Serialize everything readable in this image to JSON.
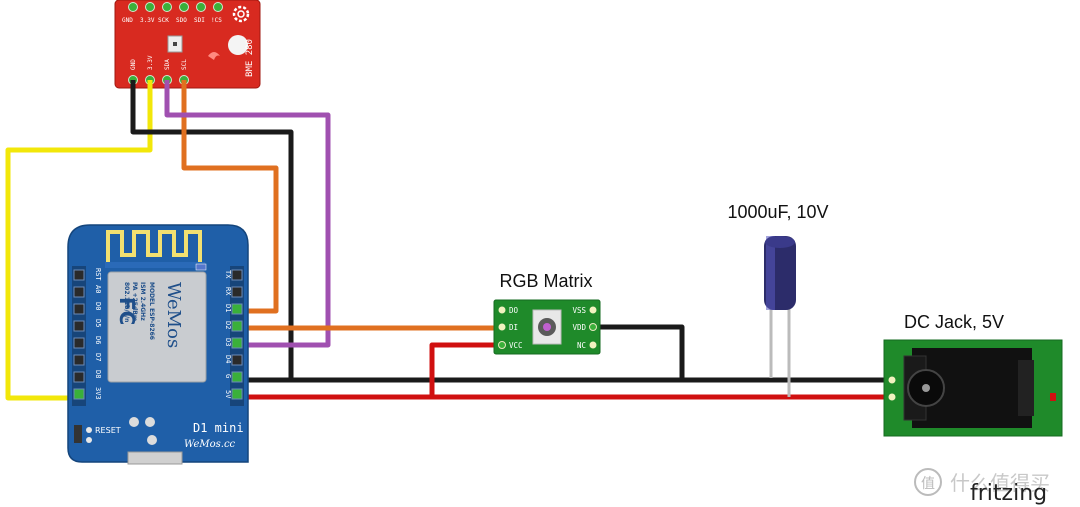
{
  "labels": {
    "rgb_matrix": "RGB Matrix",
    "capacitor": "1000uF, 10V",
    "dc_jack": "DC Jack, 5V"
  },
  "bme280": {
    "name": "BME 280",
    "top_pins": [
      "GND",
      "3.3V",
      "SCK",
      "SDO",
      "SDI",
      "!CS"
    ],
    "bottom_pins": [
      "GND",
      "3.3V",
      "SDA",
      "SCL"
    ]
  },
  "d1mini": {
    "title": "D1 mini",
    "brand": "WeMos",
    "brand_url": "WeMos.cc",
    "model_lines": [
      "MODEL ESP-8266",
      "ISM 2.4GHz",
      "PA +25dBm",
      "802.11b/g/n"
    ],
    "fc": "FC",
    "reset": "RESET",
    "left_pins": [
      "RST",
      "A0",
      "D0",
      "D5",
      "D6",
      "D7",
      "D8",
      "3V3"
    ],
    "right_pins": [
      "TX",
      "RX",
      "D1",
      "D2",
      "D3",
      "D4",
      "G",
      "5V"
    ]
  },
  "rgb_module": {
    "left_pins": [
      "DO",
      "DI",
      "VCC"
    ],
    "right_pins": [
      "VSS",
      "VDD",
      "NC"
    ]
  },
  "watermark": {
    "fritzing": "fritzing",
    "site": "什么值得买"
  },
  "colors": {
    "wire_yellow": "#f2e70a",
    "wire_black": "#1a1a1a",
    "wire_orange": "#e07020",
    "wire_purple": "#a050b0",
    "wire_red": "#d01010",
    "pcb_blue": "#1f5fa8",
    "pcb_red": "#d82a20",
    "pcb_green": "#1f8a2a"
  }
}
